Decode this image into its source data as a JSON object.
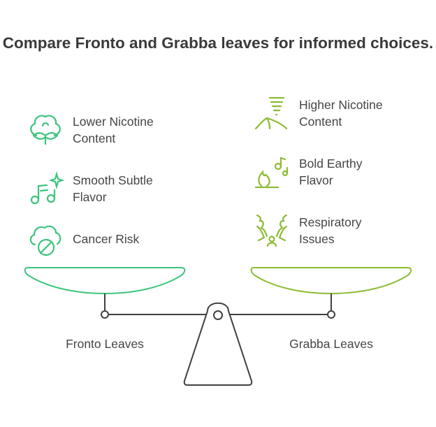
{
  "title": "Compare Fronto and Grabba leaves for informed choices.",
  "colors": {
    "fronto": "#3cc47c",
    "grabba": "#8dbb34",
    "dark": "#404040"
  },
  "left": {
    "label": "Fronto Leaves",
    "items": [
      {
        "text": "Lower Nicotine Content",
        "icon": "cotton-plant-icon"
      },
      {
        "text": "Smooth Subtle Flavor",
        "icon": "music-sparkle-icon"
      },
      {
        "text": "Cancer Risk",
        "icon": "cloud-prohibited-icon"
      }
    ]
  },
  "right": {
    "label": "Grabba Leaves",
    "items": [
      {
        "text": "Higher Nicotine Content",
        "icon": "tornado-hill-icon"
      },
      {
        "text": "Bold Earthy Flavor",
        "icon": "fire-music-icon"
      },
      {
        "text": "Respiratory Issues",
        "icon": "lungs-person-icon"
      }
    ]
  }
}
